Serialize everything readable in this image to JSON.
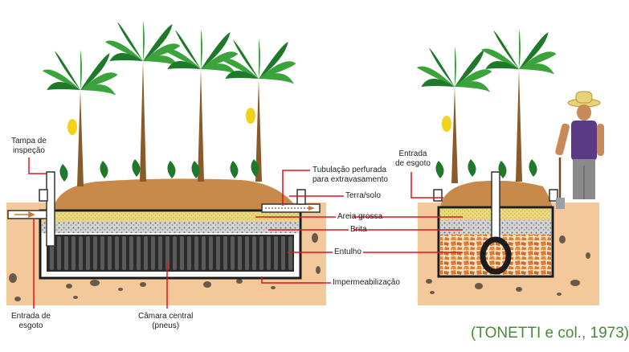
{
  "labels": {
    "tampa": "Tampa de\ninspeção",
    "entrada_left": "Entrada de\nesgoto",
    "camara": "Câmara central\n(pneus)",
    "tubulacao": "Tubulação perfurada\npara extravasamento",
    "terra": "Terra/solo",
    "areia": "Areia grossa",
    "brita": "Brita",
    "entulho": "Entulho",
    "impermeabilizacao": "Impermeabilização",
    "entrada_right": "Entrada\nde esgoto"
  },
  "citation": "(TONETTI e col., 1973)",
  "colors": {
    "leaf": "#1e7a2a",
    "leaf_light": "#3aa33c",
    "trunk": "#8a5a2a",
    "banana": "#f2d21b",
    "soil_mound": "#c88a4a",
    "ground": "#f3c89a",
    "sand": "#e7d27a",
    "gravel": "#c8c8c8",
    "rubble": "#e0782e",
    "tires": "#2b2b2b",
    "callout_line": "#e0141e"
  }
}
